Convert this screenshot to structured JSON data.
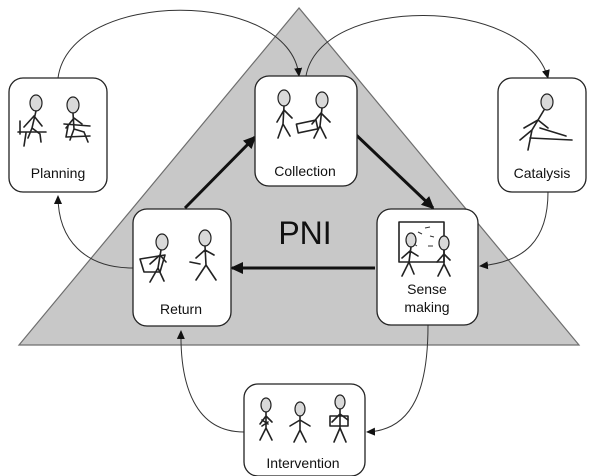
{
  "diagram": {
    "center_label": "PNI",
    "colors": {
      "triangle_fill": "#c8c8c8",
      "triangle_stroke": "#6e6e6e",
      "arrow": "#111111",
      "box_stroke": "#222222"
    },
    "nodes": {
      "planning": {
        "label": "Planning",
        "icon": "two-figures-at-tables-icon"
      },
      "collection": {
        "label": "Collection",
        "icon": "two-figures-exchanging-icon"
      },
      "catalysis": {
        "label": "Catalysis",
        "icon": "figure-at-lectern-icon"
      },
      "return": {
        "label": "Return",
        "icon": "two-figures-returning-icon"
      },
      "sense_making": {
        "label_line1": "Sense",
        "label_line2": "making",
        "icon": "figures-at-board-icon"
      },
      "intervention": {
        "label": "Intervention",
        "icon": "three-figures-icon"
      }
    }
  }
}
